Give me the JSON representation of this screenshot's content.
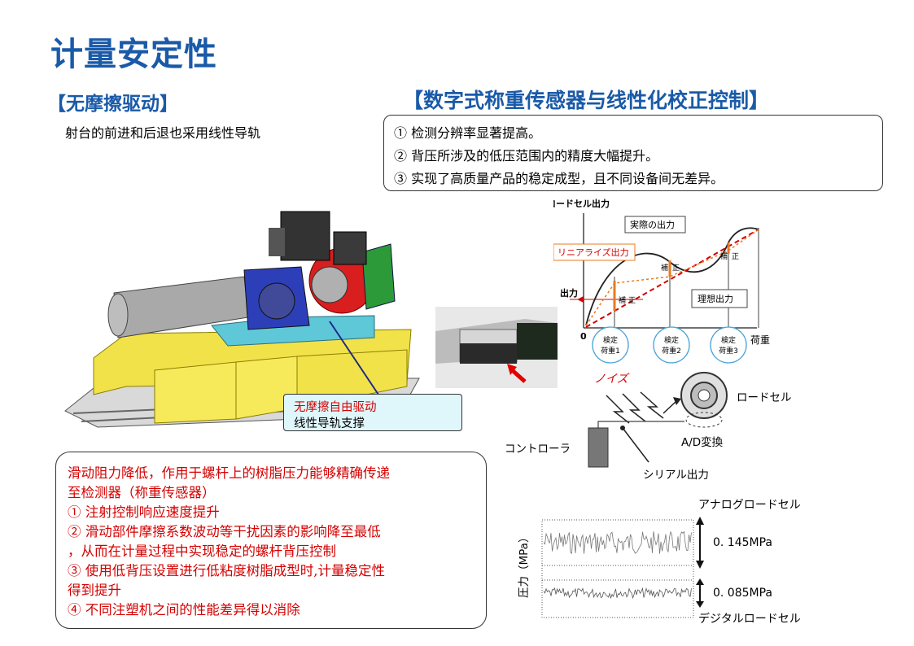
{
  "title": "计量安定性",
  "left_section": {
    "heading": "【无摩擦驱动】",
    "description": "射台的前进和后退也采用线性导轨",
    "callout": {
      "line1": "无摩擦自由驱动",
      "line2": "线性导轨支撑"
    },
    "red_box": [
      "滑动阻力降低，作用于螺杆上的树脂压力能够精确传递",
      "至检测器（称重传感器）",
      "① 注射控制响应速度提升",
      "② 滑动部件摩擦系数波动等干扰因素的影响降至最低",
      "，从而在计量过程中实现稳定的螺杆背压控制",
      "③ 使用低背压设置进行低粘度树脂成型时,计量稳定性",
      "得到提升",
      "④ 不同注塑机之间的性能差异得以消除"
    ]
  },
  "right_section": {
    "heading": "【数字式称重传感器与线性化校正控制】",
    "points": [
      "① 检测分辨率显著提高。",
      "② 背压所涉及的低压范围内的精度大幅提升。",
      "③ 实现了高质量产品的稳定成型，且不同设备间无差异。"
    ]
  },
  "linearize_chart": {
    "y_axis_label": "ロードセル出力",
    "output_label": "出力",
    "x_axis_label": "荷重",
    "origin": "0",
    "actual_output_label": "実際の出力",
    "linearize_label": "リニアライズ出力",
    "ideal_output_label": "理想出力",
    "correction_chars": [
      "補",
      "正"
    ],
    "check_loads": [
      "検定\n荷重1",
      "検定\n荷重2",
      "検定\n荷重3"
    ],
    "check_load_lines": [
      [
        "検定",
        "荷重1"
      ],
      [
        "検定",
        "荷重2"
      ],
      [
        "検定",
        "荷重3"
      ]
    ]
  },
  "loadcell_diagram": {
    "noise_label": "ノイズ",
    "loadcell_label": "ロードセル",
    "ad_label": "A/D変換",
    "controller_label": "コントローラ",
    "serial_label": "シリアル出力"
  },
  "pressure_chart": {
    "ylabel": "圧力（MPa）",
    "analog_label": "アナログロードセル",
    "digital_label": "デジタルロードセル",
    "analog_range": "0. 145MPa",
    "digital_range": "0. 085MPa"
  },
  "chart_data": {
    "type": "line",
    "ylabel": "圧力（MPa）",
    "series": [
      {
        "name": "アナログロードセル",
        "noise_band": 0.145
      },
      {
        "name": "デジタルロードセル",
        "noise_band": 0.085
      }
    ]
  },
  "colors": {
    "title_blue": "#1a5aa8",
    "red_text": "#d40000",
    "callout_bg": "#dff6fb",
    "orange": "#e87a1e",
    "chart_red": "#d40000"
  }
}
